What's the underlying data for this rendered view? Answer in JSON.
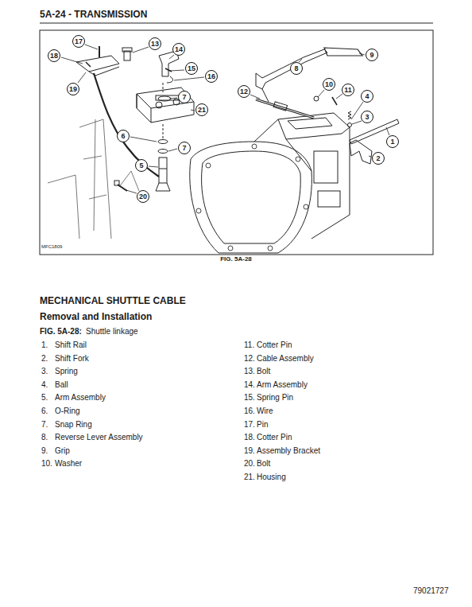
{
  "diagram": {
    "title": "5A-24 - TRANSMISSION",
    "labels": [
      "17",
      "18",
      "19",
      "13",
      "14",
      "15",
      "16",
      "7",
      "21",
      "6",
      "7",
      "5",
      "20",
      "9",
      "8",
      "10",
      "11",
      "12",
      "4",
      "3",
      "1",
      "2",
      "MFC1809",
      "FIG. 5A-28",
      "MECHANICAL SHUTTLE CABLE",
      "Removal and Installation",
      "FIG. 5A-28:",
      "Shuttle linkage",
      "1.",
      "Shift Rail",
      "2.",
      "Shift Fork",
      "3.",
      "Spring",
      "4.",
      "Ball",
      "5.",
      "Arm Assembly",
      "6.",
      "O-Ring",
      "7.",
      "Snap Ring",
      "8.",
      "Reverse Lever Assembly",
      "9.",
      "Grip",
      "10.",
      "Washer",
      "11.",
      "Cotter Pin",
      "12.",
      "Cable Assembly",
      "13.",
      "Bolt",
      "14.",
      "Arm Assembly",
      "15.",
      "Spring Pin",
      "16.",
      "Wire",
      "17.",
      "Pin",
      "18.",
      "Cotter Pin",
      "19.",
      "Assembly Bracket",
      "20.",
      "Bolt",
      "21.",
      "Housing",
      "79021727"
    ]
  }
}
